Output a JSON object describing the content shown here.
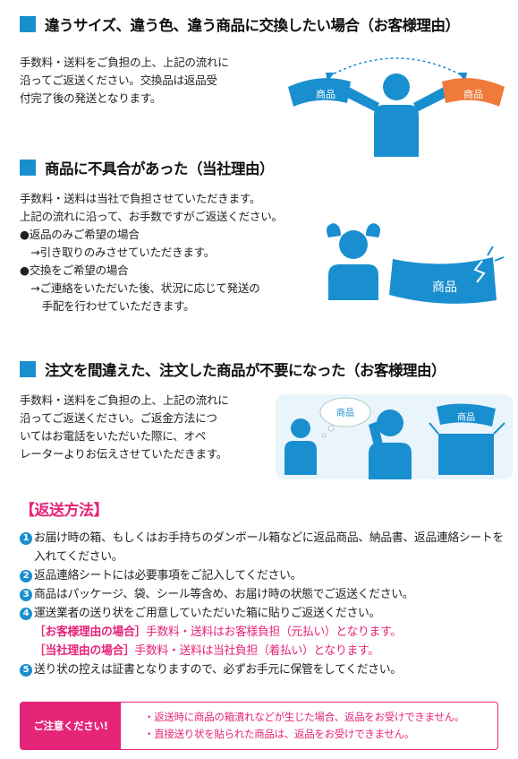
{
  "section1": {
    "title": "違うサイズ、違う色、違う商品に交換したい場合（お客様理由）",
    "lines": [
      "手数料・送料をご負担の上、上記の流れに",
      "沿ってご返送ください。交換品は返品受",
      "付完了後の発送となります。"
    ],
    "left_item_label": "商品",
    "right_item_label": "商品"
  },
  "section2": {
    "title": "商品に不具合があった（当社理由）",
    "lines": [
      "手数料・送料は当社で負担させていただきます。",
      "上記の流れに沿って、お手数ですがご返送ください。",
      "●返品のみご希望の場合",
      "　→引き取りのみさせていただきます。",
      "●交換をご希望の場合",
      "　→ご連絡をいただいた後、状況に応じて発送の",
      "　　手配を行わせていただきます。"
    ],
    "item_label": "商品"
  },
  "section3": {
    "title": "注文を間違えた、注文した商品が不要になった（お客様理由）",
    "lines": [
      "手数料・送料をご負担の上、上記の流れに",
      "沿ってご返送ください。ご返金方法につ",
      "いてはお電話をいただいた際に、オペ",
      "レーターよりお伝えさせていただきます。"
    ],
    "bubble_label": "商品",
    "item_label": "商品"
  },
  "return_method": {
    "title": "【返送方法】",
    "steps": [
      {
        "num": "1",
        "text": "お届け時の箱、もしくはお手持ちのダンボール箱などに返品商品、納品書、返品連絡シートを入れてください。"
      },
      {
        "num": "2",
        "text": "返品連絡シートには必要事項をご記入してください。"
      },
      {
        "num": "3",
        "text": "商品はパッケージ、袋、シール等含め、お届け時の状態でご返送ください。"
      },
      {
        "num": "4",
        "text": "運送業者の送り状をご用意していただいた箱に貼りご返送ください。"
      },
      {
        "num": "5",
        "text": "送り状の控えは証書となりますので、必ずお手元に保管をしてください。"
      }
    ],
    "customer_tag": "［お客様理由の場合］",
    "customer_text": "手数料・送料はお客様負担（元払い）となります。",
    "company_tag": "［当社理由の場合］",
    "company_text": "手数料・送料は当社負担（着払い）となります。"
  },
  "notice": {
    "tag": "ご注意ください!",
    "lines": [
      "・返送時に商品の箱潰れなどが生じた場合、返品をお受けできません。",
      "・直接送り状を貼られた商品は、返品をお受けできません。"
    ]
  },
  "colors": {
    "accent": "#1a8fd0",
    "orange": "#ef7a3a",
    "pink": "#e62478"
  }
}
